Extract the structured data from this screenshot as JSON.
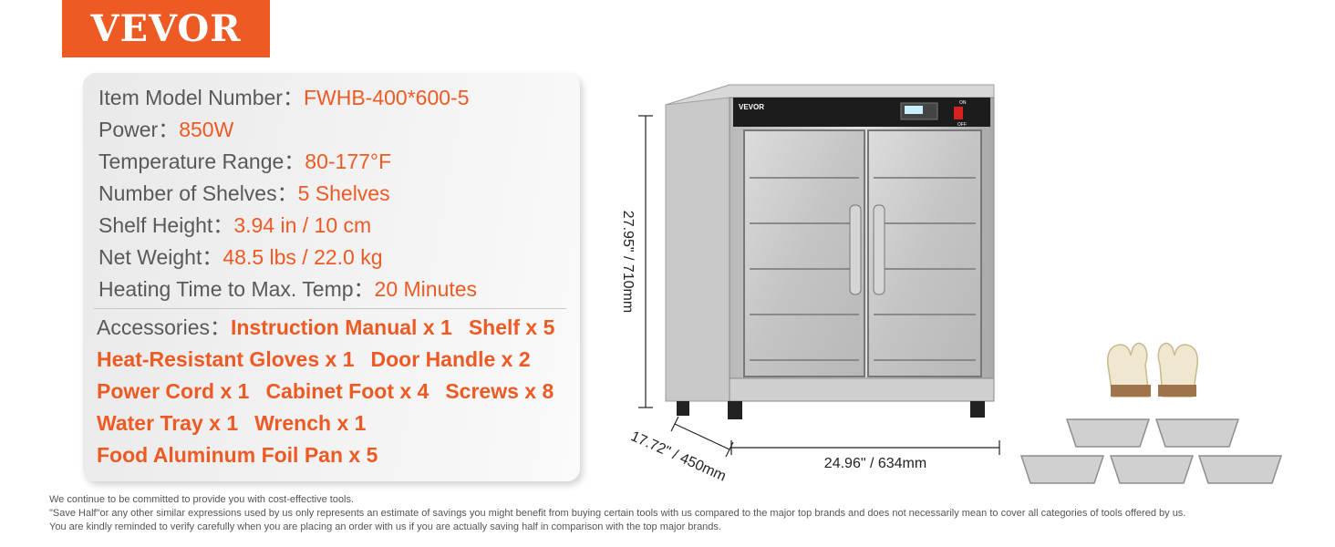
{
  "brand": {
    "logo_text": "VEVOR",
    "color": "#ee5a24"
  },
  "specs": [
    {
      "label": "Item Model Number：",
      "value": "FWHB-400*600-5"
    },
    {
      "label": "Power：",
      "value": "850W"
    },
    {
      "label": "Temperature Range：",
      "value": "80-177°F"
    },
    {
      "label": "Number of Shelves：",
      "value": "5 Shelves"
    },
    {
      "label": "Shelf Height：",
      "value": "3.94 in / 10 cm"
    },
    {
      "label": "Net Weight：",
      "value": "48.5 lbs / 22.0 kg"
    },
    {
      "label": "Heating Time to Max. Temp：",
      "value": "20 Minutes"
    }
  ],
  "accessories": {
    "label": "Accessories：",
    "rows": [
      [
        "Instruction Manual x 1",
        "Shelf x 5"
      ],
      [
        "Heat-Resistant Gloves x 1",
        "Door Handle x 2"
      ],
      [
        "Power Cord x 1",
        "Cabinet Foot x 4",
        "Screws x 8"
      ],
      [
        "Water Tray x 1",
        "Wrench x 1"
      ],
      [
        "Food Aluminum Foil Pan x 5"
      ]
    ]
  },
  "product": {
    "brand_mark": "VEVOR",
    "switch_on": "ON",
    "switch_off": "OFF",
    "dimensions": {
      "height": "27.95\" / 710mm",
      "width": "24.96\" / 634mm",
      "depth": "17.72\" / 450mm"
    }
  },
  "disclaimer": [
    "We continue to be committed to provide you with cost-effective tools.",
    "\"Save Half\"or any other similar expressions used by us only represents an estimate of savings you might benefit from buying certain tools with us compared to the major top brands and does not necessarily mean to cover all categories of tools offered by us.",
    "You are kindly reminded to verify carefully when you are placing an order with us if you are actually saving half in comparison with the top major brands."
  ]
}
